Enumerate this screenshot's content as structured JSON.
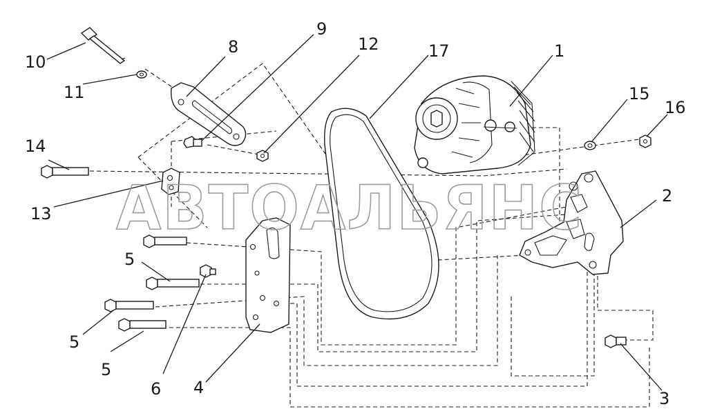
{
  "diagram": {
    "watermark": "АВТОАЛЬЯНС",
    "callouts": [
      {
        "id": "c1",
        "label": "1"
      },
      {
        "id": "c2",
        "label": "2"
      },
      {
        "id": "c3",
        "label": "3"
      },
      {
        "id": "c4",
        "label": "4"
      },
      {
        "id": "c5a",
        "label": "5"
      },
      {
        "id": "c5b",
        "label": "5"
      },
      {
        "id": "c5c",
        "label": "5"
      },
      {
        "id": "c6",
        "label": "6"
      },
      {
        "id": "c8",
        "label": "8"
      },
      {
        "id": "c9",
        "label": "9"
      },
      {
        "id": "c10",
        "label": "10"
      },
      {
        "id": "c11",
        "label": "11"
      },
      {
        "id": "c12",
        "label": "12"
      },
      {
        "id": "c13",
        "label": "13"
      },
      {
        "id": "c14",
        "label": "14"
      },
      {
        "id": "c15",
        "label": "15"
      },
      {
        "id": "c16",
        "label": "16"
      },
      {
        "id": "c17",
        "label": "17"
      }
    ],
    "colors": {
      "line": "#1a1a1a",
      "watermark": "#9a9a9a",
      "background": "#ffffff"
    }
  }
}
